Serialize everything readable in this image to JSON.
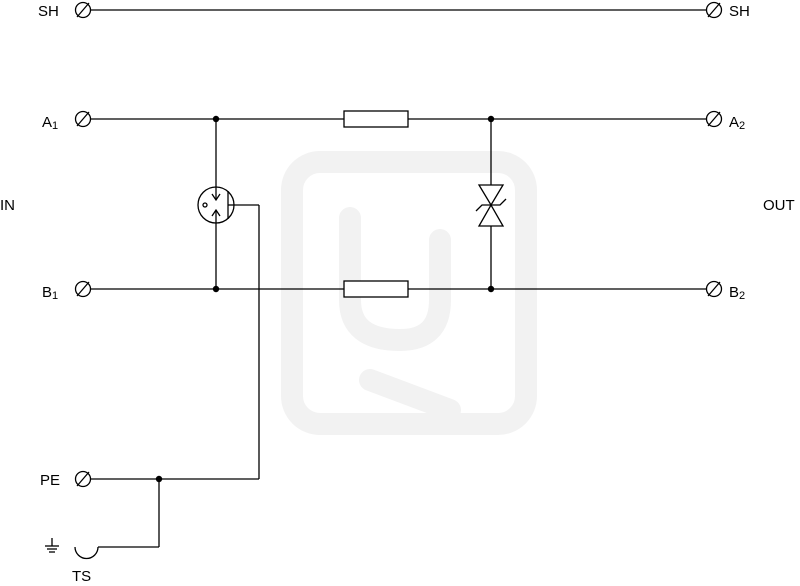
{
  "labels": {
    "sh_left": "SH",
    "sh_right": "SH",
    "a1": "A",
    "a1_sub": "1",
    "a2": "A",
    "a2_sub": "2",
    "b1": "B",
    "b1_sub": "1",
    "b2": "B",
    "b2_sub": "2",
    "pe": "PE",
    "ts": "TS",
    "in": "IN",
    "out": "OUT"
  },
  "colors": {
    "line": "#000000",
    "watermark": "#f2f2f2",
    "background": "#ffffff"
  },
  "icons": {
    "terminals": "terminal-circle-slash-icon",
    "resistors": "resistor-icon",
    "gas_discharge_tube": "gas-discharge-tube-icon",
    "tvs_diode": "bidirectional-tvs-diode-icon",
    "ground": "ground-icon",
    "ts_clip": "ts-clip-icon",
    "watermark": "brand-watermark-icon"
  }
}
